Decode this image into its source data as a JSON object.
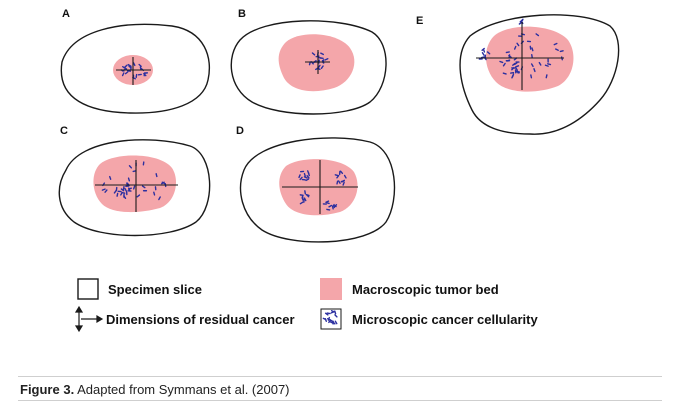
{
  "diagram": {
    "panels": [
      {
        "id": "A",
        "label": "A"
      },
      {
        "id": "B",
        "label": "B"
      },
      {
        "id": "C",
        "label": "C"
      },
      {
        "id": "D",
        "label": "D"
      },
      {
        "id": "E",
        "label": "E"
      }
    ],
    "legend": {
      "specimen_slice": "Specimen slice",
      "macroscopic_tumor_bed": "Macroscopic tumor bed",
      "dimensions_residual": "Dimensions of residual cancer",
      "microscopic_cellularity": "Microscopic cancer cellularity"
    },
    "colors": {
      "tumor_bed": "#f4a6aa",
      "cells": "#2b2fa0",
      "outline": "#1a1a1a"
    }
  },
  "caption": {
    "label": "Figure 3.",
    "text": " Adapted from Symmans et al. (2007)"
  }
}
